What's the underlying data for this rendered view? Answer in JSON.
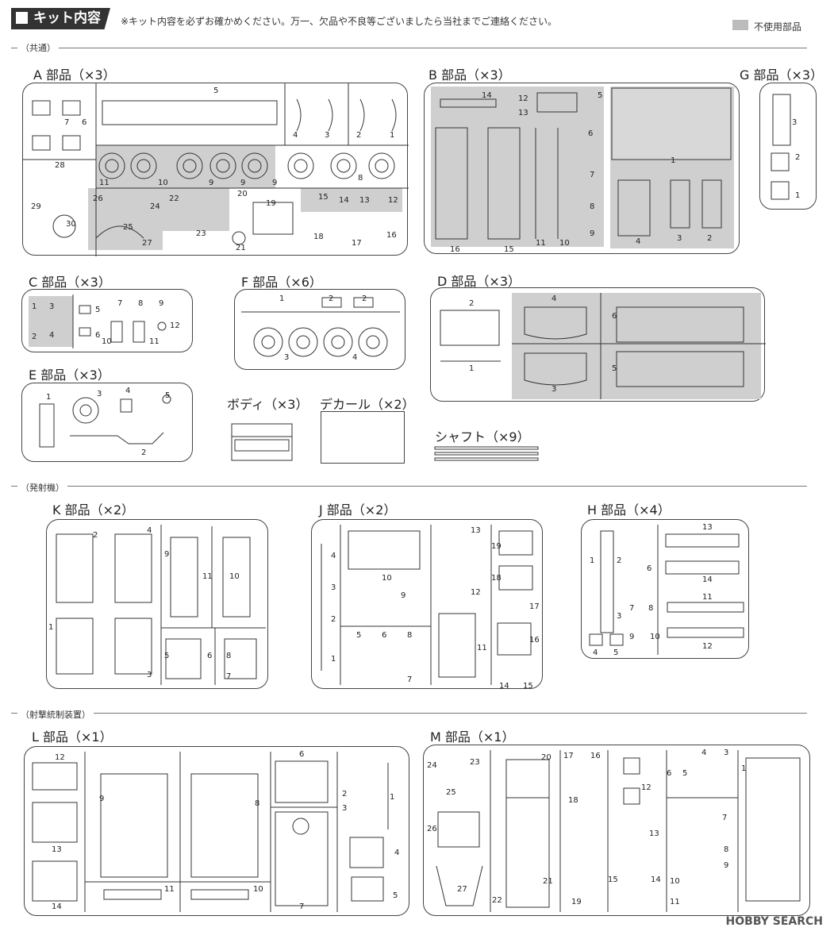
{
  "header": {
    "title": "キット内容",
    "note": "※キット内容を必ずお確かめください。万一、欠品や不良等ございましたら当社までご連絡ください。",
    "legend_label": "不使用部品",
    "legend_color": "#bcbcbc"
  },
  "sections": {
    "common": "（共通）",
    "launcher": "（発射機）",
    "fire_control": "（射撃統制装置）"
  },
  "parts": {
    "A": "A 部品（×3）",
    "B": "B 部品（×3）",
    "G": "G 部品（×3）",
    "C": "C 部品（×3）",
    "F": "F 部品（×6）",
    "D": "D 部品（×3）",
    "E": "E 部品（×3）",
    "body": "ボディ（×3）",
    "decal": "デカール（×2）",
    "shaft": "シャフト（×9）",
    "K": "K 部品（×2）",
    "J": "J 部品（×2）",
    "H": "H 部品（×4）",
    "L": "L 部品（×1）",
    "M": "M 部品（×1）"
  },
  "numbers": {
    "A": [
      "5",
      "4",
      "3",
      "2",
      "1",
      "7",
      "6",
      "28",
      "11",
      "10",
      "9",
      "9",
      "9",
      "8",
      "29",
      "26",
      "24",
      "22",
      "20",
      "19",
      "15",
      "14",
      "13",
      "12",
      "25",
      "27",
      "23",
      "30",
      "21",
      "18",
      "17",
      "16"
    ],
    "B": [
      "14",
      "12",
      "13",
      "5",
      "6",
      "7",
      "8",
      "9",
      "1",
      "16",
      "15",
      "11",
      "10",
      "4",
      "3",
      "2"
    ],
    "G": [
      "3",
      "2",
      "1"
    ],
    "C": [
      "1",
      "3",
      "5",
      "7",
      "8",
      "9",
      "2",
      "4",
      "6",
      "10",
      "11",
      "12"
    ],
    "F": [
      "1",
      "2",
      "2",
      "3",
      "4"
    ],
    "D": [
      "2",
      "4",
      "6",
      "1",
      "3",
      "5"
    ],
    "E": [
      "1",
      "3",
      "4",
      "5",
      "2"
    ],
    "K": [
      "2",
      "4",
      "9",
      "11",
      "10",
      "1",
      "3",
      "5",
      "6",
      "8",
      "7"
    ],
    "J": [
      "13",
      "4",
      "10",
      "19",
      "3",
      "12",
      "18",
      "2",
      "9",
      "17",
      "1",
      "5",
      "6",
      "8",
      "11",
      "16",
      "7",
      "14",
      "15"
    ],
    "H": [
      "13",
      "1",
      "2",
      "6",
      "14",
      "11",
      "7",
      "8",
      "3",
      "9",
      "10",
      "4",
      "5",
      "12"
    ],
    "L": [
      "12",
      "9",
      "8",
      "6",
      "2",
      "1",
      "3",
      "13",
      "4",
      "14",
      "11",
      "10",
      "7",
      "5"
    ],
    "M": [
      "24",
      "23",
      "20",
      "17",
      "16",
      "4",
      "3",
      "25",
      "6",
      "5",
      "1",
      "12",
      "18",
      "26",
      "13",
      "7",
      "8",
      "9",
      "15",
      "14",
      "27",
      "21",
      "19",
      "10",
      "22",
      "11"
    ]
  },
  "watermark": "HOBBY SEARCH"
}
